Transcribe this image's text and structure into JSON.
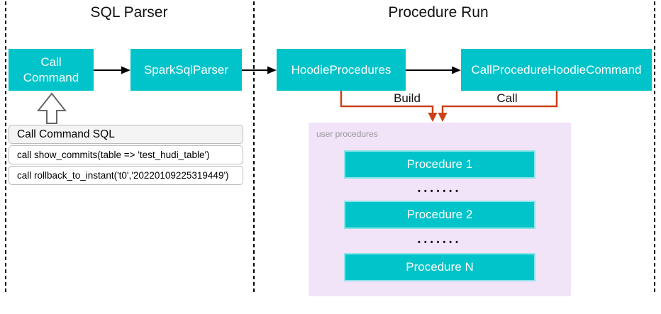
{
  "sections": {
    "left": "SQL Parser",
    "right": "Procedure Run"
  },
  "nodes": {
    "call_command": "Call Command",
    "spark_sql_parser": "SparkSqlParser",
    "hoodie_procedures": "HoodieProcedures",
    "call_procedure_hoodie_command": "CallProcedureHoodieCommand"
  },
  "edge_labels": {
    "build": "Build",
    "call": "Call"
  },
  "sql_panel": {
    "title": "Call Command SQL",
    "rows": [
      "call show_commits(table => 'test_hudi_table')",
      "call rollback_to_instant('t0','20220109225319449')"
    ]
  },
  "user_procedures": {
    "label": "user procedures",
    "items": [
      "Procedure 1",
      "Procedure 2",
      "Procedure N"
    ],
    "ellipsis": "•••••••"
  },
  "colors": {
    "teal": "#00c4ca",
    "lavender": "#f1e3f8",
    "orange": "#cc4115",
    "line": "#000000",
    "muted": "#999999",
    "outline": "#666666",
    "panel-border": "#bbbbbb",
    "panel-header-bg": "#f4f4f4"
  }
}
